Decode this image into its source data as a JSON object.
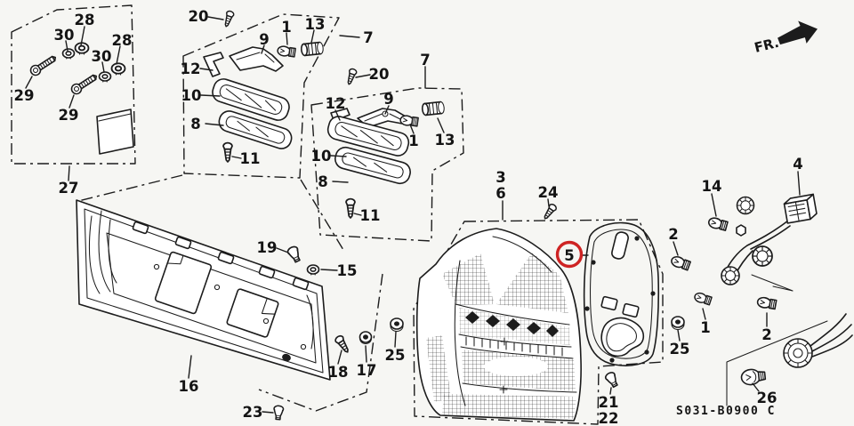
{
  "meta": {
    "fr_label": "FR.",
    "diagram_code": "S031-B0900 C"
  },
  "colors": {
    "background": "#f6f6f3",
    "line": "#1c1c1c",
    "highlight_red": "#ce2323"
  },
  "highlighted_callout": "5",
  "callouts": [
    "20",
    "28",
    "30",
    "28",
    "30",
    "29",
    "29",
    "27",
    "9",
    "1",
    "13",
    "7",
    "12",
    "10",
    "8",
    "11",
    "20",
    "7",
    "12",
    "9",
    "1",
    "13",
    "10",
    "8",
    "11",
    "19",
    "15",
    "16",
    "18",
    "17",
    "25",
    "23",
    "3",
    "6",
    "24",
    "5",
    "21",
    "22",
    "14",
    "2",
    "1",
    "25",
    "4",
    "2",
    "26"
  ]
}
